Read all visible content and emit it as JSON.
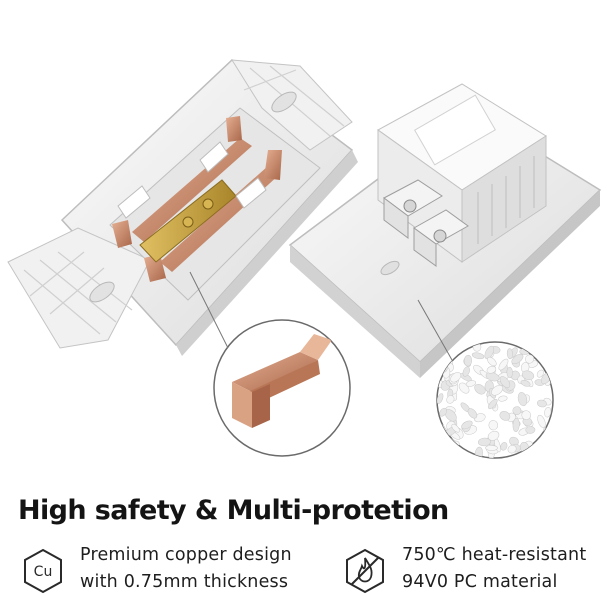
{
  "headline": "High safety & Multi-protetion",
  "features": [
    {
      "icon": "copper-cu-icon",
      "icon_label": "Cu",
      "line1": "Premium copper design",
      "line2": "with 0.75mm thickness"
    },
    {
      "icon": "flame-resistant-icon",
      "line1": "750℃ heat-resistant",
      "line2": "94V0 PC material"
    }
  ],
  "colors": {
    "copper": "#c98a6a",
    "brass": "#c9a43a",
    "plastic": "#f3f3f3",
    "text": "#1e1e1e"
  }
}
